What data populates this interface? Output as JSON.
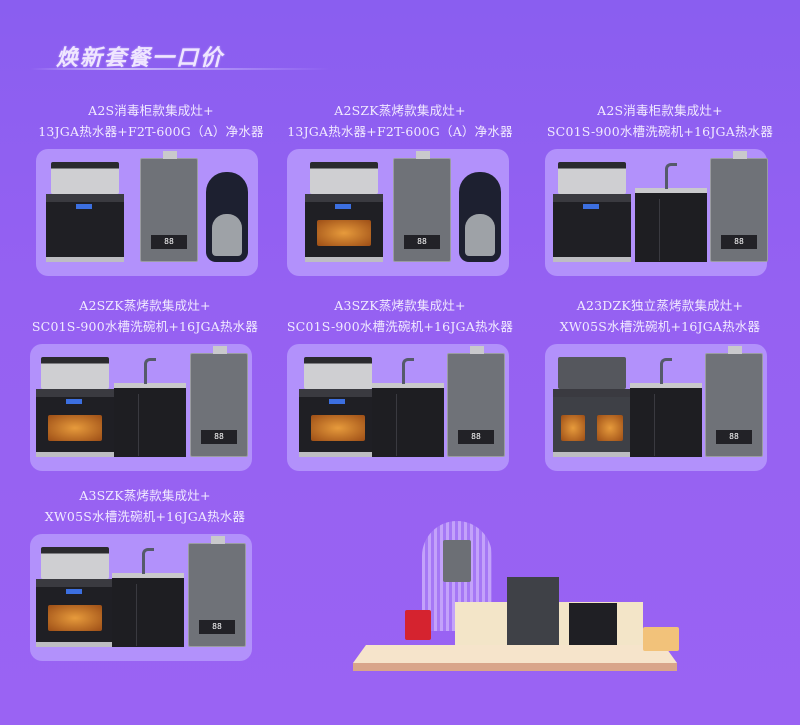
{
  "header": {
    "title": "焕新套餐一口价"
  },
  "packages": [
    {
      "line1": "A2S消毒柜款集成灶+",
      "line2": "13JGA热水器+F2T-600G（A）净水器",
      "products": [
        "integrated-stove-disinfection",
        "water-heater",
        "water-purifier"
      ]
    },
    {
      "line1": "A2SZK蒸烤款集成灶+",
      "line2": "13JGA热水器+F2T-600G（A）净水器",
      "products": [
        "integrated-stove-steam-oven",
        "water-heater",
        "water-purifier"
      ]
    },
    {
      "line1": "A2S消毒柜款集成灶+",
      "line2": "SC01S-900水槽洗碗机+16JGA热水器",
      "products": [
        "integrated-stove-disinfection",
        "sink-dishwasher",
        "water-heater"
      ]
    },
    {
      "line1": "A2SZK蒸烤款集成灶+",
      "line2": "SC01S-900水槽洗碗机+16JGA热水器",
      "products": [
        "integrated-stove-steam-oven",
        "sink-dishwasher",
        "water-heater"
      ]
    },
    {
      "line1": "A3SZK蒸烤款集成灶+",
      "line2": "SC01S-900水槽洗碗机+16JGA热水器",
      "products": [
        "integrated-stove-steam-oven",
        "sink-dishwasher",
        "water-heater"
      ]
    },
    {
      "line1": "A23DZK独立蒸烤款集成灶+",
      "line2": "XW05S水槽洗碗机+16JGA热水器",
      "products": [
        "integrated-stove-dual-oven",
        "sink-dishwasher",
        "water-heater"
      ]
    },
    {
      "line1": "A3SZK蒸烤款集成灶+",
      "line2": "XW05S水槽洗碗机+16JGA热水器",
      "products": [
        "integrated-stove-steam-oven",
        "sink-dishwasher",
        "water-heater"
      ]
    }
  ],
  "heater_display": "88",
  "colors": {
    "background": "#9561f2",
    "card": "#b291fb",
    "label_text": "#f1eaff"
  }
}
